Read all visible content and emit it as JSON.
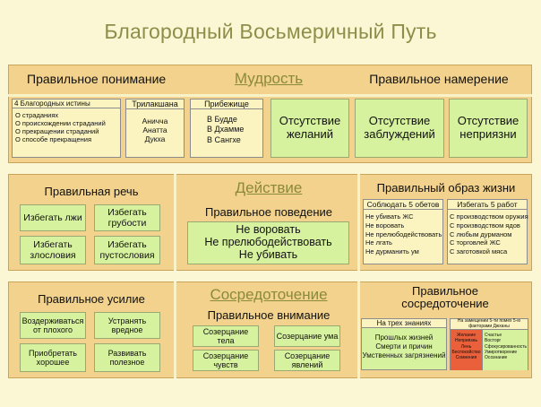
{
  "title": "Благородный Восьмеричный Путь",
  "wisdom": {
    "header": "Мудрость",
    "right_understanding": "Правильное понимание",
    "right_intention": "Правильное намерение",
    "four_truths_head": "4 Благородных истины",
    "four_truths": [
      "О страданиях",
      "О происхождении страданий",
      "О прекращении страданий",
      "О способе прекращения"
    ],
    "trilakshana_head": "Трилакшана",
    "trilakshana": [
      "Аничча",
      "Анатта",
      "Дукха"
    ],
    "refuge_head": "Прибежище",
    "refuge": [
      "В Будде",
      "В Дхамме",
      "В Сангхе"
    ],
    "absence_desires": "Отсутствие желаний",
    "absence_delusion": "Отсутствие заблуждений",
    "absence_hostility": "Отсутствие неприязни"
  },
  "action": {
    "header": "Действие",
    "right_speech": "Правильная речь",
    "speech_items": [
      "Избегать лжи",
      "Избегать грубости",
      "Избегать злословия",
      "Избегать пустословия"
    ],
    "right_conduct": "Правильное поведение",
    "conduct_items": [
      "Не воровать",
      "Не прелюбодействовать",
      "Не убивать"
    ],
    "right_livelihood": "Правильный образ жизни",
    "five_vows_head": "Соблюдать 5 обетов",
    "five_vows": [
      "Не убивать ЖС",
      "Не воровать",
      "Не прелюбодействовать",
      "Не лгать",
      "Не дурманить ум"
    ],
    "five_jobs_head": "Избегать 5 работ",
    "five_jobs": [
      "С производством оружия",
      "С производством ядов",
      "С любым дурманом",
      "С торговлей ЖС",
      "С заготовкой мяса"
    ]
  },
  "concentration": {
    "header": "Сосредоточение",
    "right_effort": "Правильное усилие",
    "effort_items": [
      "Воздерживаться от плохого",
      "Устранять вредное",
      "Приобретать хорошее",
      "Развивать полезное"
    ],
    "right_mindfulness": "Правильное внимание",
    "mindfulness_items": [
      "Созерцание тела",
      "Созерцание ума",
      "Созерцание чувств",
      "Созерцание явлений"
    ],
    "right_concentration": "Правильное сосредоточение",
    "three_knowledge_head": "На трех знаниях",
    "three_knowledge": [
      "Прошлых жизней",
      "Смерти и причин",
      "Умственных загрязнений"
    ],
    "jhana_head": "На замещении 5-ти помех 5-ю факторами Джханы",
    "hindrances": [
      "Желание",
      "Неприязнь",
      "Лень",
      "Беспокойство",
      "Сомнения"
    ],
    "factors": [
      "Счастье",
      "Восторг",
      "Сфокусированность",
      "Умиротворение",
      "Осознание"
    ]
  }
}
